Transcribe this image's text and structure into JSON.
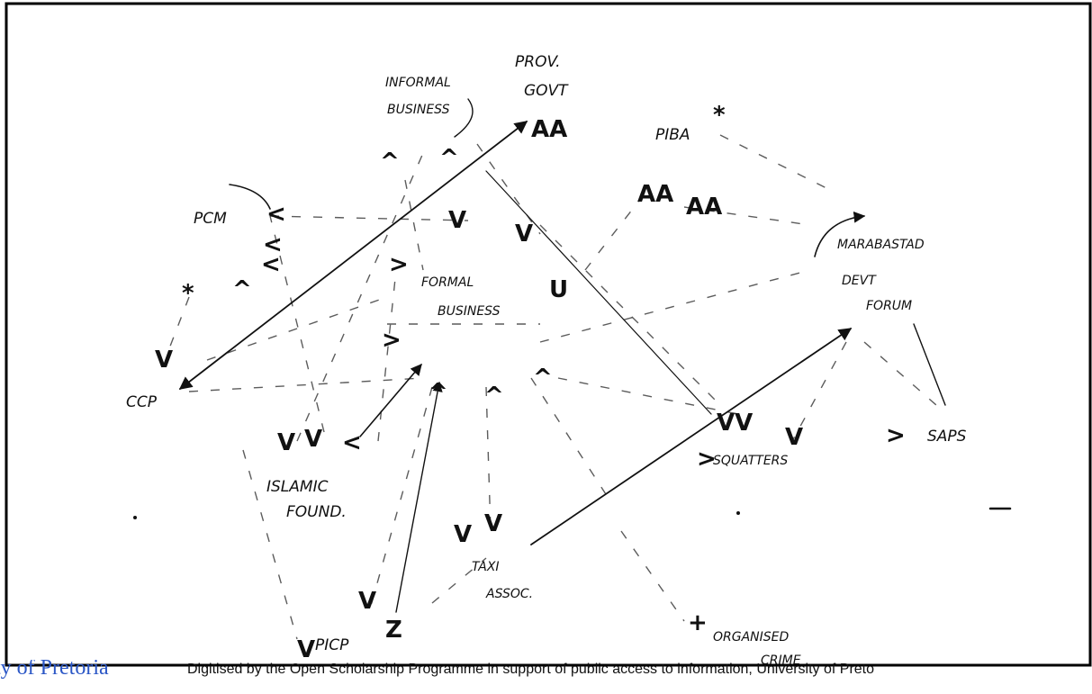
{
  "diagram": {
    "nodes": {
      "prov_govt_line1": "PROV.",
      "prov_govt_line2": "GOVT",
      "informal_business_line1": "INFORMAL",
      "informal_business_line2": "BUSINESS",
      "piba": "PIBA",
      "pcm": "PCM",
      "marabastad_line1": "MARABASTAD",
      "marabastad_line2": "DEVT",
      "marabastad_line3": "FORUM",
      "formal_business_line1": "FORMAL",
      "formal_business_line2": "BUSINESS",
      "ccp": "CCP",
      "saps": "SAPS",
      "squatters": "SQUATTERS",
      "islamic_found_line1": "ISLAMIC",
      "islamic_found_line2": "FOUND.",
      "taxi_assoc_line1": "TAXI",
      "taxi_assoc_line2": "ASSOC.",
      "picp": "PICP",
      "organised_crime_line1": "ORGANISED",
      "organised_crime_line2": "CRIME"
    },
    "link_marks": {
      "double_up": "AA",
      "check": "V",
      "angle_left": "<",
      "angle_right": ">",
      "star": "*",
      "arrow_up": "^",
      "u_mark": "U",
      "z_mark": "Z",
      "cross_mark": "+",
      "vv_mark": "VV"
    }
  },
  "footer": {
    "institution": "sity of Pretoria",
    "notice": "Digitised by the Open Scholarship Programme in support of public access to information, University of Preto"
  },
  "colors": {
    "ink": "#111111",
    "institution_blue": "#2b57c6",
    "border": "#000000"
  }
}
